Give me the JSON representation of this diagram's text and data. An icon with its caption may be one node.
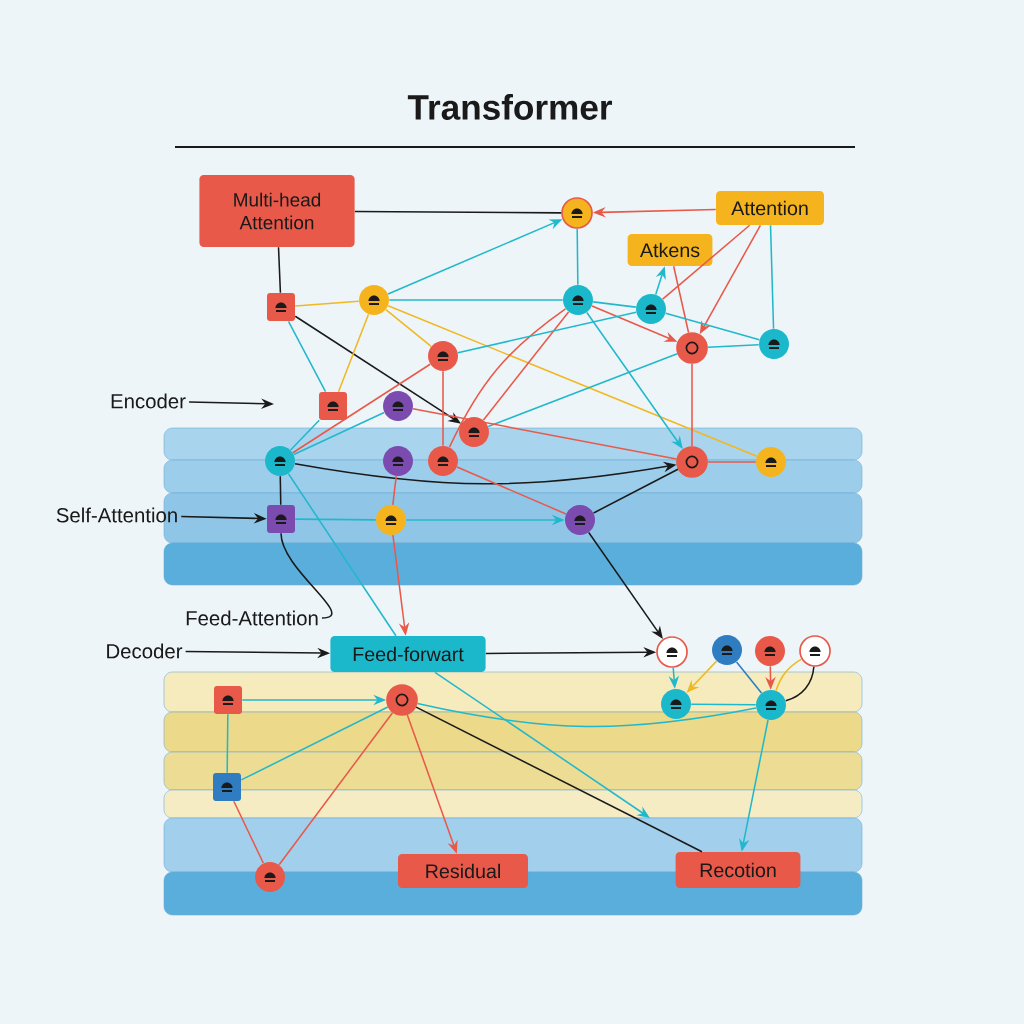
{
  "diagram": {
    "title": "Transformer",
    "nodes": [
      {
        "text": [
          "Multi-head Attention"
        ]
      },
      {
        "text": [
          "Attention"
        ]
      },
      {
        "text": [
          "Atkens"
        ]
      },
      {
        "text": [
          "Encoder"
        ]
      },
      {
        "text": [
          "Self-Attention"
        ]
      },
      {
        "text": [
          "Feed-Attention"
        ]
      },
      {
        "text": [
          "Decoder"
        ]
      },
      {
        "text": [
          "Feed-forwart"
        ]
      },
      {
        "text": [
          "Residual"
        ]
      },
      {
        "text": [
          "Recotion"
        ]
      },
      {
        "text": [],
        "shape": "circle"
      },
      {
        "text": [],
        "shape": "box"
      },
      {
        "text": [],
        "shape": "circle"
      },
      {
        "text": [],
        "shape": "circle"
      },
      {
        "text": [],
        "shape": "circle"
      },
      {
        "text": [],
        "shape": "circle"
      },
      {
        "text": [],
        "shape": "circle"
      },
      {
        "text": [],
        "shape": "circle"
      },
      {
        "text": [],
        "shape": "box"
      },
      {
        "text": [],
        "shape": "circle"
      },
      {
        "text": [],
        "shape": "circle"
      },
      {
        "text": [],
        "shape": "circle"
      },
      {
        "text": [],
        "shape": "circle"
      },
      {
        "text": [],
        "shape": "circle"
      },
      {
        "text": [],
        "shape": "circle"
      },
      {
        "text": [],
        "shape": "circle"
      },
      {
        "text": [],
        "shape": "box"
      },
      {
        "text": [],
        "shape": "circle"
      },
      {
        "text": [],
        "shape": "circle"
      },
      {
        "text": [],
        "shape": "circle"
      },
      {
        "text": [],
        "shape": "circle"
      },
      {
        "text": [],
        "shape": "circle"
      },
      {
        "text": [],
        "shape": "circle"
      },
      {
        "text": [],
        "shape": "circle"
      },
      {
        "text": [],
        "shape": "circle"
      },
      {
        "text": [],
        "shape": "box"
      },
      {
        "text": [],
        "shape": "circle"
      },
      {
        "text": [],
        "shape": "box"
      },
      {
        "text": [],
        "shape": "circle"
      }
    ],
    "edges": [
      {
        "from": 0,
        "to": 10,
        "arrow": "none",
        "color": "#1a1a1a"
      },
      {
        "from": 0,
        "to": 11,
        "arrow": "none",
        "color": "#1a1a1a"
      },
      {
        "from": 1,
        "to": 10,
        "arrow": "to",
        "color": "#e8594a"
      },
      {
        "from": 1,
        "to": 16,
        "arrow": "to",
        "color": "#e8594a"
      },
      {
        "from": 1,
        "to": 17,
        "arrow": "none"
      },
      {
        "from": 1,
        "to": 14,
        "arrow": "none",
        "color": "#e8594a"
      },
      {
        "from": 14,
        "to": 2,
        "arrow": "to"
      },
      {
        "from": 2,
        "to": 16,
        "arrow": "none",
        "color": "#e8594a"
      },
      {
        "from": 3,
        "to": null,
        "arrow": "to",
        "color": "#1a1a1a"
      },
      {
        "from": 4,
        "to": 26,
        "arrow": "to",
        "color": "#1a1a1a"
      },
      {
        "from": 6,
        "to": 7,
        "arrow": "to",
        "color": "#1a1a1a"
      },
      {
        "from": 11,
        "to": 18,
        "arrow": "none"
      },
      {
        "from": 11,
        "to": 12,
        "arrow": "none",
        "color": "#f0b822"
      },
      {
        "from": 11,
        "to": 20,
        "arrow": "to",
        "color": "#1a1a1a"
      },
      {
        "from": 12,
        "to": 10,
        "arrow": "to"
      },
      {
        "from": 12,
        "to": 13,
        "arrow": "none"
      },
      {
        "from": 12,
        "to": 18,
        "arrow": "none",
        "color": "#f0b822"
      },
      {
        "from": 12,
        "to": 15,
        "arrow": "none",
        "color": "#f0b822"
      },
      {
        "from": 12,
        "to": 25,
        "arrow": "none",
        "color": "#f0b822"
      },
      {
        "from": 13,
        "to": 10,
        "arrow": "none"
      },
      {
        "from": 13,
        "to": 14,
        "arrow": "none"
      },
      {
        "from": 13,
        "to": 16,
        "arrow": "to",
        "color": "#e8594a"
      },
      {
        "from": 13,
        "to": 24,
        "arrow": "to"
      },
      {
        "from": 13,
        "to": 20,
        "arrow": "none",
        "color": "#e8594a"
      },
      {
        "from": 13,
        "to": 23,
        "arrow": "none",
        "color": "#e8594a"
      },
      {
        "from": 14,
        "to": 17,
        "arrow": "none"
      },
      {
        "from": 15,
        "to": 14,
        "arrow": "none"
      },
      {
        "from": 15,
        "to": 23,
        "arrow": "none",
        "color": "#e8594a"
      },
      {
        "from": 16,
        "to": 17,
        "arrow": "none"
      },
      {
        "from": 16,
        "to": 24,
        "arrow": "none",
        "color": "#e8594a"
      },
      {
        "from": 16,
        "to": 20,
        "arrow": "none"
      },
      {
        "from": 19,
        "to": 24,
        "arrow": "none",
        "color": "#e8594a"
      },
      {
        "from": 21,
        "to": 19,
        "arrow": "none"
      },
      {
        "from": 21,
        "to": 18,
        "arrow": "none"
      },
      {
        "from": 21,
        "to": 15,
        "arrow": "none",
        "color": "#e8594a"
      },
      {
        "from": 21,
        "to": 24,
        "arrow": "to",
        "color": "#1a1a1a"
      },
      {
        "from": 21,
        "to": 26,
        "arrow": "none",
        "color": "#1a1a1a"
      },
      {
        "from": 21,
        "to": 7,
        "arrow": "none"
      },
      {
        "from": 22,
        "to": 27,
        "arrow": "none",
        "color": "#e8594a"
      },
      {
        "from": 23,
        "to": 28,
        "arrow": "none",
        "color": "#e8594a"
      },
      {
        "from": 24,
        "to": 25,
        "arrow": "none",
        "color": "#e8594a"
      },
      {
        "from": 28,
        "to": 24,
        "arrow": "none",
        "color": "#1a1a1a"
      },
      {
        "from": 26,
        "to": 27,
        "arrow": "none"
      },
      {
        "from": 27,
        "to": 28,
        "arrow": "to"
      },
      {
        "from": 26,
        "to": 5,
        "arrow": "none",
        "color": "#1a1a1a"
      },
      {
        "from": 27,
        "to": 7,
        "arrow": "to",
        "color": "#e8594a"
      },
      {
        "from": 7,
        "to": 29,
        "arrow": "to",
        "color": "#1a1a1a"
      },
      {
        "from": 28,
        "to": 29,
        "arrow": "to",
        "color": "#1a1a1a"
      },
      {
        "from": 29,
        "to": 33,
        "arrow": "to"
      },
      {
        "from": 30,
        "to": 33,
        "arrow": "to",
        "color": "#f0b822"
      },
      {
        "from": 30,
        "to": 34,
        "arrow": "none",
        "color": "#2f7cc0"
      },
      {
        "from": 31,
        "to": 34,
        "arrow": "to",
        "color": "#e8594a"
      },
      {
        "from": 32,
        "to": 34,
        "arrow": "none",
        "color": "#f0b822"
      },
      {
        "from": 32,
        "to": 34,
        "arrow": "none",
        "color": "#1a1a1a"
      },
      {
        "from": 33,
        "to": 34,
        "arrow": "none"
      },
      {
        "from": 34,
        "to": 9,
        "arrow": "to"
      },
      {
        "from": 34,
        "to": 36,
        "arrow": "none"
      },
      {
        "from": 7,
        "to": null,
        "arrow": "to"
      },
      {
        "from": 35,
        "to": 36,
        "arrow": "to"
      },
      {
        "from": 35,
        "to": 37,
        "arrow": "none"
      },
      {
        "from": 37,
        "to": 36,
        "arrow": "none"
      },
      {
        "from": 37,
        "to": 38,
        "arrow": "none",
        "color": "#e8594a"
      },
      {
        "from": 38,
        "to": 36,
        "arrow": "none",
        "color": "#e8594a"
      },
      {
        "from": 36,
        "to": 8,
        "arrow": "to",
        "color": "#e8594a"
      },
      {
        "from": 36,
        "to": 9,
        "arrow": "none",
        "color": "#1a1a1a"
      }
    ]
  }
}
